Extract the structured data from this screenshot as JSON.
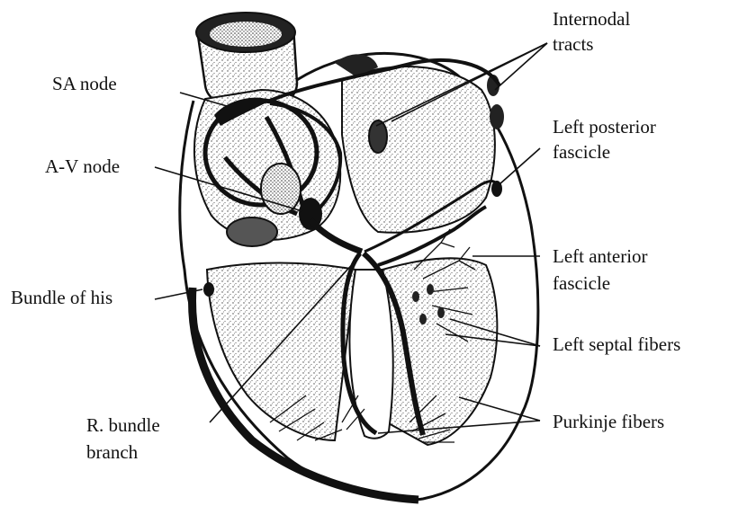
{
  "labels": {
    "internodal_tracts": [
      "Internodal",
      "tracts"
    ],
    "sa_node": "SA node",
    "av_node": "A-V node",
    "bundle_of_his": "Bundle of his",
    "r_bundle_branch": [
      "R. bundle",
      "branch"
    ],
    "left_posterior_fascicle": [
      "Left posterior",
      "fascicle"
    ],
    "left_anterior_fascicle": [
      "Left anterior",
      "fascicle"
    ],
    "left_septal_fibers": "Left septal fibers",
    "purkinje_fibers": "Purkinje fibers"
  },
  "colors": {
    "ink": "#111111",
    "stipple": "#3a3a3a",
    "background": "#ffffff"
  }
}
